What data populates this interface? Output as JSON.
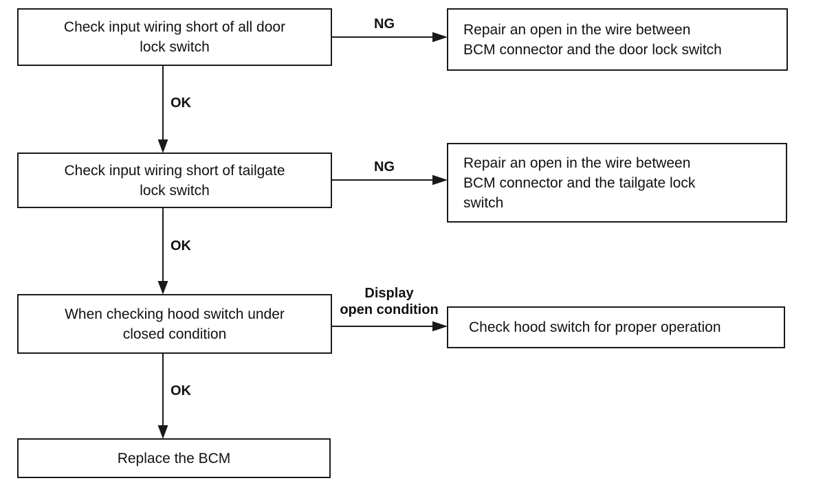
{
  "steps": [
    {
      "id": "s1",
      "lines": [
        "Check input wiring short of all door",
        "lock switch"
      ]
    },
    {
      "id": "s2",
      "lines": [
        "Check input wiring short of tailgate",
        "lock switch"
      ]
    },
    {
      "id": "s3",
      "lines": [
        "When checking hood switch under",
        "closed condition"
      ]
    },
    {
      "id": "s4",
      "lines": [
        "Replace the BCM"
      ]
    }
  ],
  "results": [
    {
      "id": "r1",
      "lines": [
        "Repair an open in the wire between",
        "BCM connector and the door lock switch"
      ]
    },
    {
      "id": "r2",
      "lines": [
        "Repair an open in the wire between",
        "BCM connector and the tailgate lock",
        "switch"
      ]
    },
    {
      "id": "r3",
      "lines": [
        "Check hood switch for proper operation"
      ]
    }
  ],
  "edge_labels": {
    "ng1": "NG",
    "ng2": "NG",
    "display": [
      "Display",
      "open condition"
    ],
    "ok1": "OK",
    "ok2": "OK",
    "ok3": "OK"
  }
}
